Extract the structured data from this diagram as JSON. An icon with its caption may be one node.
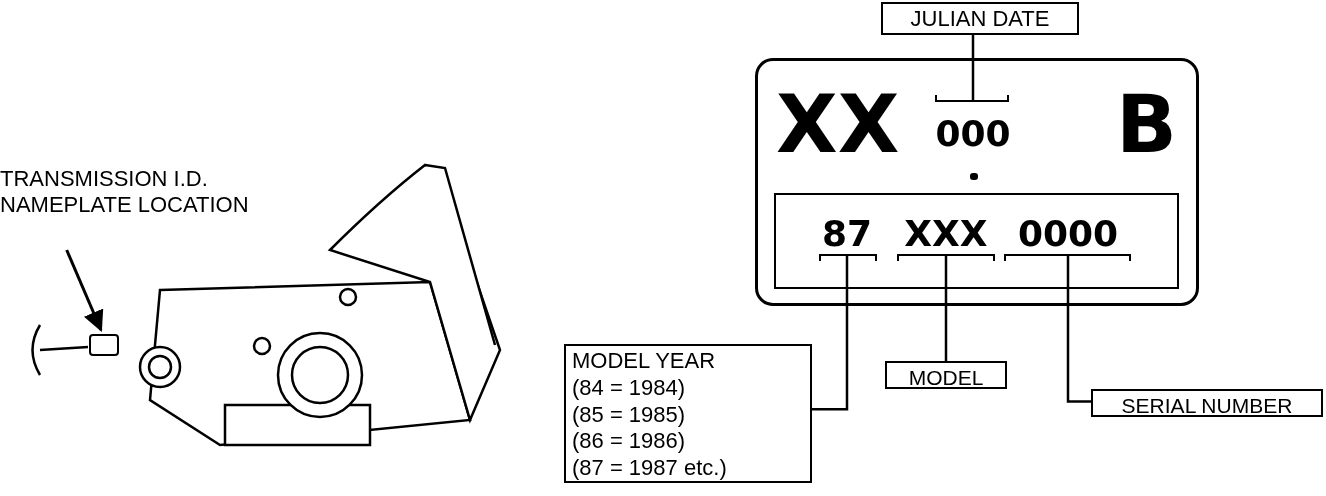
{
  "diagram": {
    "nodes": [
      {
        "text": [
          "TRANSMISSION I.D. NAMEPLATE LOCATION"
        ]
      },
      {
        "text": [],
        "shape": "box"
      },
      {
        "text": [
          "XX",
          "B"
        ]
      },
      {
        "text": [
          "000"
        ],
        "in": 2
      },
      {
        "text": [],
        "shape": "box",
        "in": 2
      },
      {
        "text": [
          "87"
        ],
        "in": 4
      },
      {
        "text": [
          "XXX"
        ],
        "in": 4
      },
      {
        "text": [
          "0000"
        ],
        "in": 4
      },
      {
        "text": [
          "JULIAN DATE"
        ]
      },
      {
        "text": [
          "MODEL YEAR",
          "(84 = 1984)",
          "(85 = 1985)",
          "(86 = 1986)",
          "(87 = 1987 etc.)"
        ]
      },
      {
        "text": [
          "MODEL"
        ]
      },
      {
        "text": [
          "SERIAL NUMBER"
        ]
      }
    ],
    "edges": [
      {
        "from": 0,
        "to": 1,
        "arrow": "to"
      },
      {
        "from": 8,
        "to": 3,
        "arrow": "none"
      },
      {
        "from": 9,
        "to": 5,
        "arrow": "none"
      },
      {
        "from": 10,
        "to": 6,
        "arrow": "none"
      },
      {
        "from": 11,
        "to": 7,
        "arrow": "none"
      }
    ]
  }
}
